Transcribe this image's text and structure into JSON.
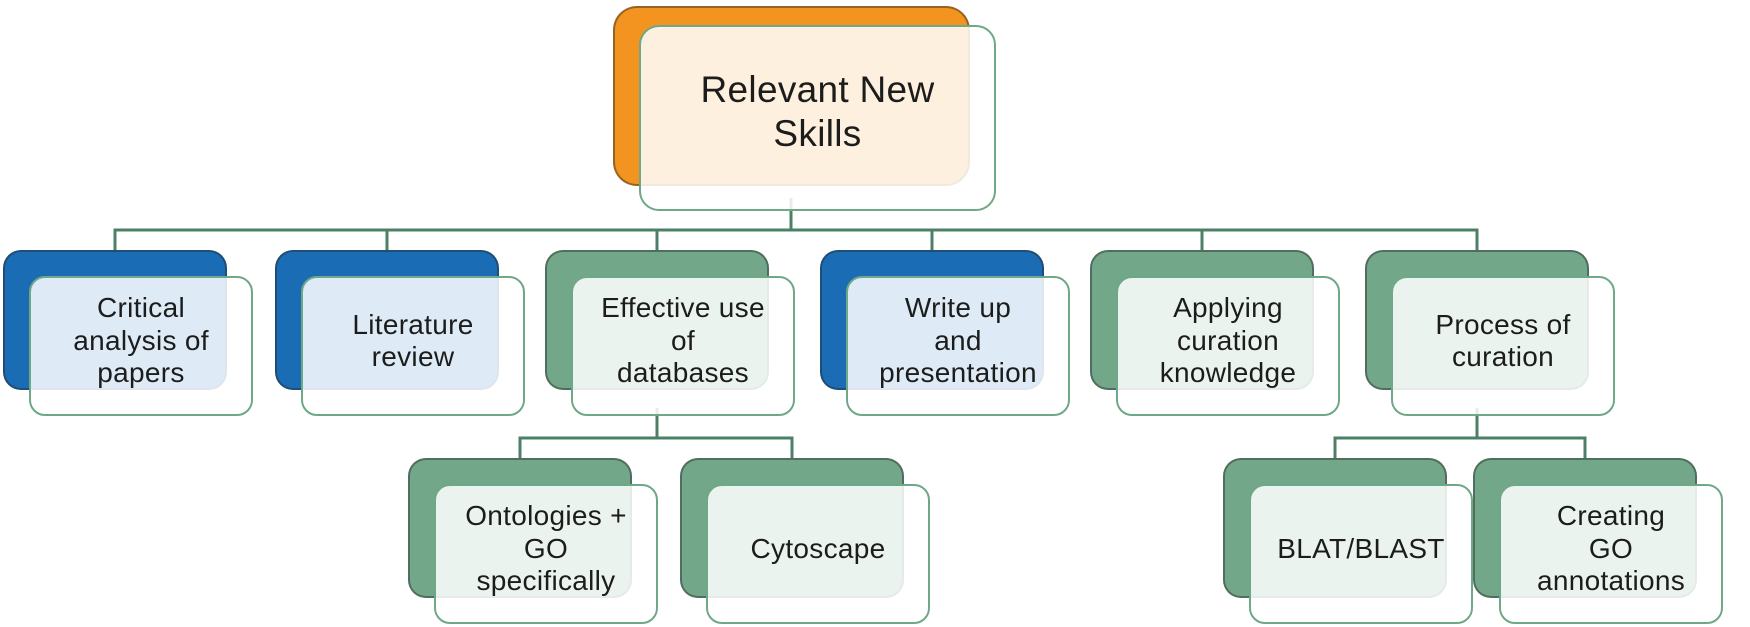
{
  "diagram": {
    "type": "org-chart",
    "title": "Relevant New Skills",
    "colors": {
      "root_accent": "#F2941F",
      "blue_accent": "#1A6CB5",
      "green_accent": "#72A78A",
      "connector": "#4C8066",
      "front_panel_border": "#6FA886",
      "front_panel_fill": "rgba(255,255,255,0.86)",
      "text": "#1c1c1c",
      "background": "#ffffff"
    },
    "nodes": [
      {
        "id": "relevant-new-skills",
        "label": "Relevant New\nSkills",
        "accent": "orange",
        "parent": null
      },
      {
        "id": "critical-analysis-of-papers",
        "label": "Critical\nanalysis of\npapers",
        "accent": "blue",
        "parent": "relevant-new-skills"
      },
      {
        "id": "literature-review",
        "label": "Literature\nreview",
        "accent": "blue",
        "parent": "relevant-new-skills"
      },
      {
        "id": "effective-use-of-databases",
        "label": "Effective use\nof\ndatabases",
        "accent": "green",
        "parent": "relevant-new-skills"
      },
      {
        "id": "write-up-and-presentation",
        "label": "Write up\nand\npresentation",
        "accent": "blue",
        "parent": "relevant-new-skills"
      },
      {
        "id": "applying-curation-knowledge",
        "label": "Applying\ncuration\nknowledge",
        "accent": "green",
        "parent": "relevant-new-skills"
      },
      {
        "id": "process-of-curation",
        "label": "Process of\ncuration",
        "accent": "green",
        "parent": "relevant-new-skills"
      },
      {
        "id": "ontologies-go-specifically",
        "label": "Ontologies +\nGO\nspecifically",
        "accent": "green",
        "parent": "effective-use-of-databases"
      },
      {
        "id": "cytoscape",
        "label": "Cytoscape",
        "accent": "green",
        "parent": "effective-use-of-databases"
      },
      {
        "id": "blat-blast",
        "label": "BLAT/BLAST",
        "accent": "green",
        "parent": "process-of-curation"
      },
      {
        "id": "creating-go-annotations",
        "label": "Creating\nGO\nannotations",
        "accent": "green",
        "parent": "process-of-curation"
      }
    ]
  }
}
